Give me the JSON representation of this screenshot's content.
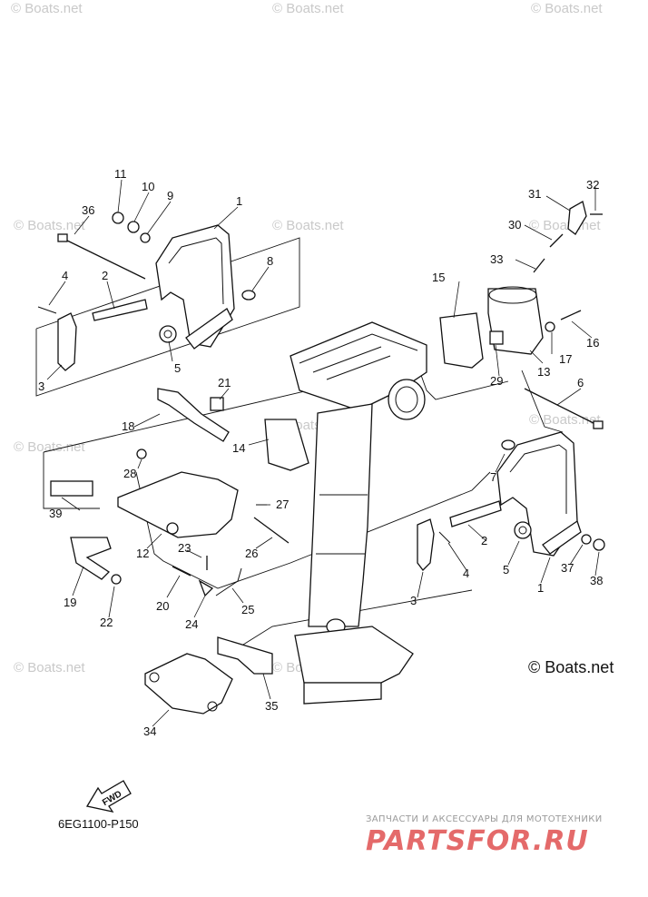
{
  "diagram_code": "6EG1100-P150",
  "fwd_label": "FWD",
  "watermark": "© Boats.net",
  "watermark_large": "© Boats.net",
  "footer_tagline": "ЗАПЧАСТИ И АКСЕССУАРЫ ДЛЯ МОТОТЕХНИКИ",
  "footer_logo": "PARTSFOR.RU",
  "callouts": {
    "c1a": "1",
    "c2a": "2",
    "c3a": "3",
    "c4a": "4",
    "c5a": "5",
    "c6": "6",
    "c7": "7",
    "c8": "8",
    "c9": "9",
    "c10": "10",
    "c11": "11",
    "c12": "12",
    "c13": "13",
    "c14": "14",
    "c15": "15",
    "c16": "16",
    "c17": "17",
    "c18": "18",
    "c19": "19",
    "c20": "20",
    "c21": "21",
    "c22": "22",
    "c23": "23",
    "c24": "24",
    "c25": "25",
    "c26": "26",
    "c27": "27",
    "c28": "28",
    "c29": "29",
    "c30": "30",
    "c31": "31",
    "c32": "32",
    "c33": "33",
    "c34": "34",
    "c35": "35",
    "c36": "36",
    "c37": "37",
    "c38": "38",
    "c39": "39",
    "c1b": "1",
    "c2b": "2",
    "c3b": "3",
    "c4b": "4",
    "c5b": "5"
  }
}
